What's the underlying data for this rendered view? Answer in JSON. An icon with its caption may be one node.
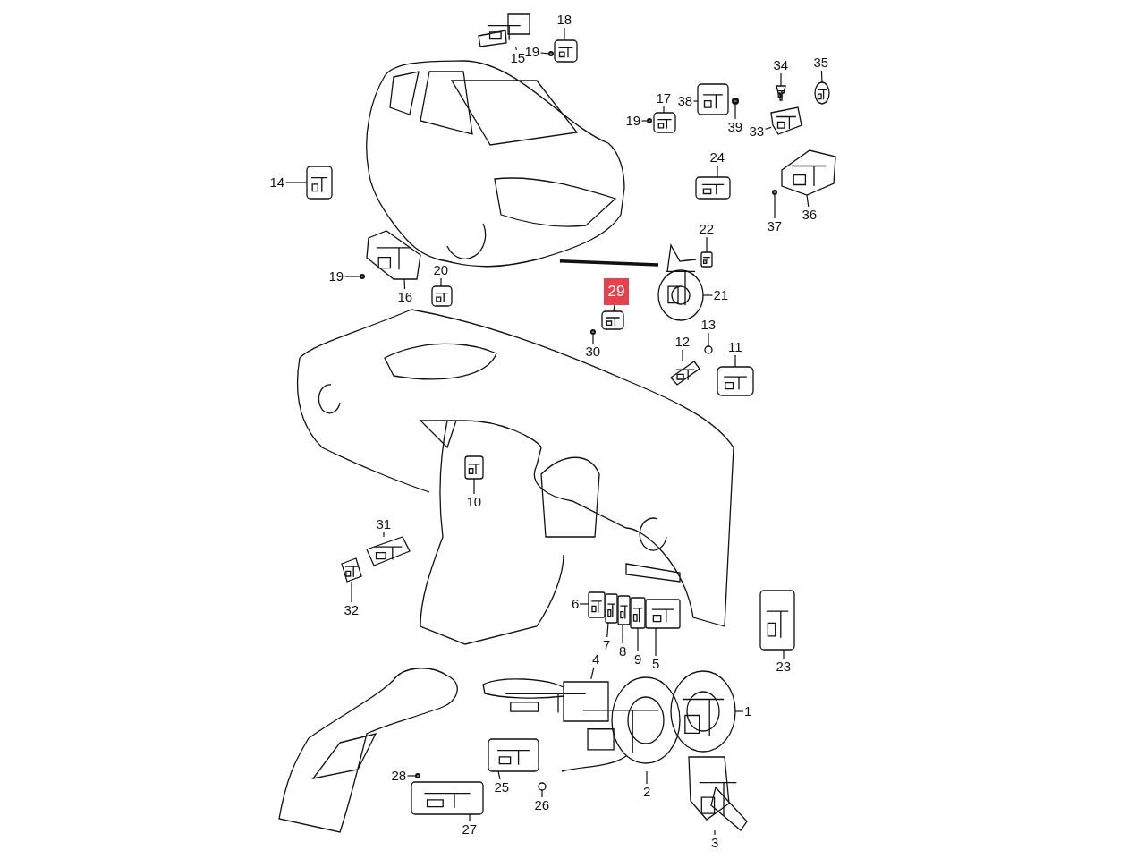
{
  "diagram": {
    "nodes": [
      {
        "text": [
          "18"
        ]
      },
      {
        "text": [
          "15"
        ]
      },
      {
        "text": [
          "35"
        ]
      },
      {
        "text": [
          "34"
        ]
      },
      {
        "text": [
          "19"
        ]
      },
      {
        "text": [
          "17"
        ]
      },
      {
        "text": [
          "38"
        ]
      },
      {
        "text": [
          "19"
        ]
      },
      {
        "text": [
          "39"
        ]
      },
      {
        "text": [
          "33"
        ]
      },
      {
        "text": [
          "24"
        ]
      },
      {
        "text": [
          "14"
        ]
      },
      {
        "text": [
          "36"
        ]
      },
      {
        "text": [
          "37"
        ]
      },
      {
        "text": [
          "22"
        ]
      },
      {
        "text": [
          "20"
        ]
      },
      {
        "text": [
          "19"
        ]
      },
      {
        "text": [
          "29"
        ]
      },
      {
        "text": [
          "21"
        ]
      },
      {
        "text": [
          "16"
        ]
      },
      {
        "text": [
          "13"
        ]
      },
      {
        "text": [
          "12"
        ]
      },
      {
        "text": [
          "11"
        ]
      },
      {
        "text": [
          "30"
        ]
      },
      {
        "text": [
          "10"
        ]
      },
      {
        "text": [
          "31"
        ]
      },
      {
        "text": [
          "6"
        ]
      },
      {
        "text": [
          "32"
        ]
      },
      {
        "text": [
          "7"
        ]
      },
      {
        "text": [
          "8"
        ]
      },
      {
        "text": [
          "9"
        ]
      },
      {
        "text": [
          "5"
        ]
      },
      {
        "text": [
          "4"
        ]
      },
      {
        "text": [
          "23"
        ]
      },
      {
        "text": [
          "1"
        ]
      },
      {
        "text": [
          "28"
        ]
      },
      {
        "text": [
          "25"
        ]
      },
      {
        "text": [
          "2"
        ]
      },
      {
        "text": [
          "26"
        ]
      },
      {
        "text": [
          "27"
        ]
      },
      {
        "text": [
          "3"
        ]
      },
      {
        "text": [],
        "shape": "picture"
      },
      {
        "text": [],
        "shape": "picture"
      },
      {
        "text": [],
        "shape": "picture"
      },
      {
        "text": [],
        "shape": "picture"
      },
      {
        "text": [],
        "shape": "picture"
      },
      {
        "text": [],
        "shape": "picture"
      },
      {
        "text": [],
        "shape": "picture"
      },
      {
        "text": [],
        "shape": "picture"
      },
      {
        "text": [],
        "shape": "picture"
      },
      {
        "text": [],
        "shape": "picture"
      },
      {
        "text": [],
        "shape": "picture"
      },
      {
        "text": [],
        "shape": "picture"
      },
      {
        "text": [],
        "shape": "picture"
      },
      {
        "text": [],
        "shape": "picture"
      },
      {
        "text": [],
        "shape": "picture"
      },
      {
        "text": [],
        "shape": "picture"
      },
      {
        "text": [],
        "shape": "picture"
      },
      {
        "text": [],
        "shape": "picture"
      },
      {
        "text": [],
        "shape": "picture"
      },
      {
        "text": [],
        "shape": "picture"
      },
      {
        "text": [],
        "shape": "picture"
      },
      {
        "text": [],
        "shape": "picture"
      },
      {
        "text": [],
        "shape": "picture"
      },
      {
        "text": [],
        "shape": "picture"
      },
      {
        "text": [],
        "shape": "picture"
      },
      {
        "text": [],
        "shape": "picture"
      },
      {
        "text": [],
        "shape": "picture"
      },
      {
        "text": [],
        "shape": "picture"
      },
      {
        "text": [],
        "shape": "picture"
      },
      {
        "text": [],
        "shape": "picture"
      },
      {
        "text": [],
        "shape": "picture"
      },
      {
        "text": [],
        "shape": "picture"
      },
      {
        "text": [],
        "shape": "picture"
      },
      {
        "text": [],
        "shape": "picture"
      },
      {
        "text": [],
        "shape": "picture"
      },
      {
        "text": [],
        "shape": "picture"
      },
      {
        "text": [],
        "shape": "picture"
      },
      {
        "text": [],
        "shape": "picture"
      },
      {
        "text": [],
        "shape": "picture"
      },
      {
        "text": [],
        "shape": "picture"
      },
      {
        "text": [],
        "shape": "picture"
      },
      {
        "text": [],
        "shape": "picture"
      }
    ],
    "edges": [
      {
        "from": 0,
        "to": 42,
        "arrow": "none"
      },
      {
        "from": 1,
        "to": 43,
        "arrow": "none"
      },
      {
        "from": 2,
        "to": 44,
        "arrow": "none"
      },
      {
        "from": 3,
        "to": 45,
        "arrow": "none"
      },
      {
        "from": 4,
        "to": 46,
        "arrow": "none"
      },
      {
        "from": 5,
        "to": 47,
        "arrow": "none"
      },
      {
        "from": 6,
        "to": 48,
        "arrow": "none"
      },
      {
        "from": 7,
        "to": 49,
        "arrow": "none"
      },
      {
        "from": 8,
        "to": 50,
        "arrow": "none"
      },
      {
        "from": 9,
        "to": 51,
        "arrow": "none"
      },
      {
        "from": 10,
        "to": 52,
        "arrow": "none"
      },
      {
        "from": 11,
        "to": 53,
        "arrow": "none"
      },
      {
        "from": 12,
        "to": 54,
        "arrow": "none"
      },
      {
        "from": 13,
        "to": 55,
        "arrow": "none"
      },
      {
        "from": 14,
        "to": 56,
        "arrow": "none"
      },
      {
        "from": 15,
        "to": 57,
        "arrow": "none"
      },
      {
        "from": 16,
        "to": 58,
        "arrow": "none"
      },
      {
        "from": 17,
        "to": 59,
        "arrow": "none"
      },
      {
        "from": 18,
        "to": 60,
        "arrow": "none"
      },
      {
        "from": 19,
        "to": 61,
        "arrow": "none"
      },
      {
        "from": 20,
        "to": 62,
        "arrow": "none"
      },
      {
        "from": 21,
        "to": 63,
        "arrow": "none"
      },
      {
        "from": 22,
        "to": 64,
        "arrow": "none"
      },
      {
        "from": 23,
        "to": 65,
        "arrow": "none"
      },
      {
        "from": 24,
        "to": 66,
        "arrow": "none"
      },
      {
        "from": 25,
        "to": 67,
        "arrow": "none"
      },
      {
        "from": 26,
        "to": 68,
        "arrow": "none"
      },
      {
        "from": 27,
        "to": 69,
        "arrow": "none"
      },
      {
        "from": 28,
        "to": 70,
        "arrow": "none"
      },
      {
        "from": 29,
        "to": 71,
        "arrow": "none"
      },
      {
        "from": 30,
        "to": 72,
        "arrow": "none"
      },
      {
        "from": 31,
        "to": 73,
        "arrow": "none"
      },
      {
        "from": 32,
        "to": 74,
        "arrow": "none"
      },
      {
        "from": 33,
        "to": 75,
        "arrow": "none"
      },
      {
        "from": 34,
        "to": 76,
        "arrow": "none"
      },
      {
        "from": 35,
        "to": 77,
        "arrow": "none"
      },
      {
        "from": 36,
        "to": 78,
        "arrow": "none"
      },
      {
        "from": 37,
        "to": 79,
        "arrow": "none"
      },
      {
        "from": 38,
        "to": 80,
        "arrow": "none"
      },
      {
        "from": 39,
        "to": 81,
        "arrow": "none"
      },
      {
        "from": 40,
        "to": 82,
        "arrow": "none"
      },
      {
        "from": 41,
        "to": 60,
        "arrow": "none",
        "style": "thick"
      }
    ]
  }
}
